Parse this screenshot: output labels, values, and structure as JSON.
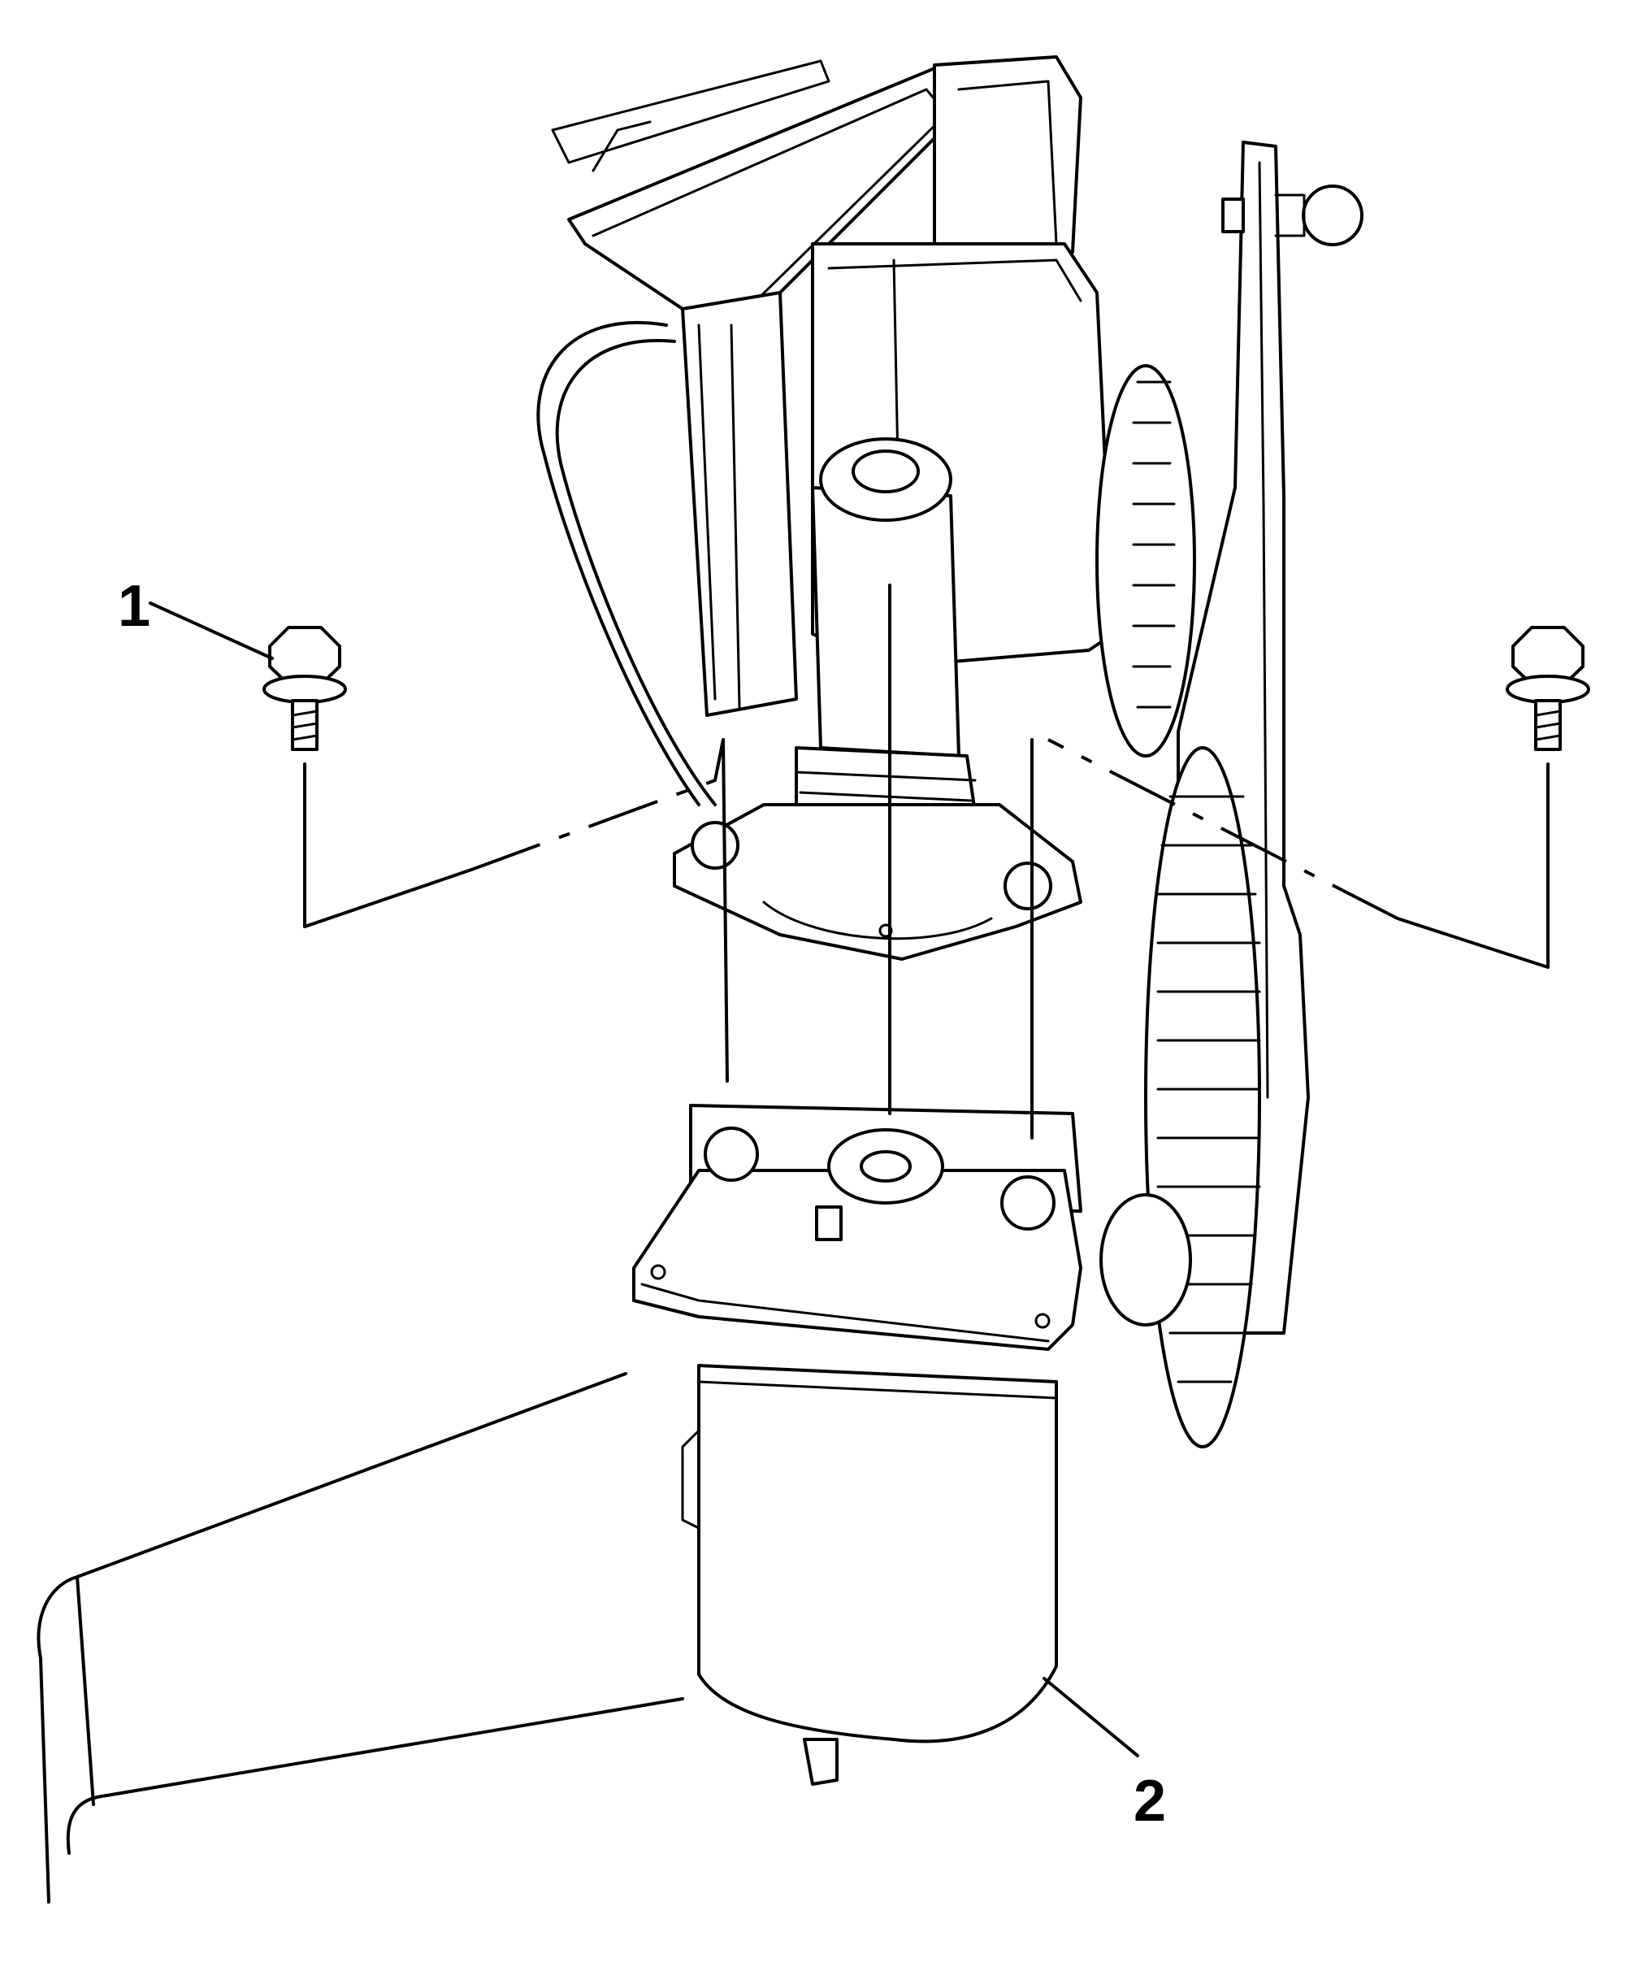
{
  "callouts": [
    {
      "id": "1",
      "label": "1",
      "target": "bolt"
    },
    {
      "id": "2",
      "label": "2",
      "target": "motor"
    }
  ],
  "colors": {
    "line": "#000000",
    "background": "#ffffff"
  }
}
